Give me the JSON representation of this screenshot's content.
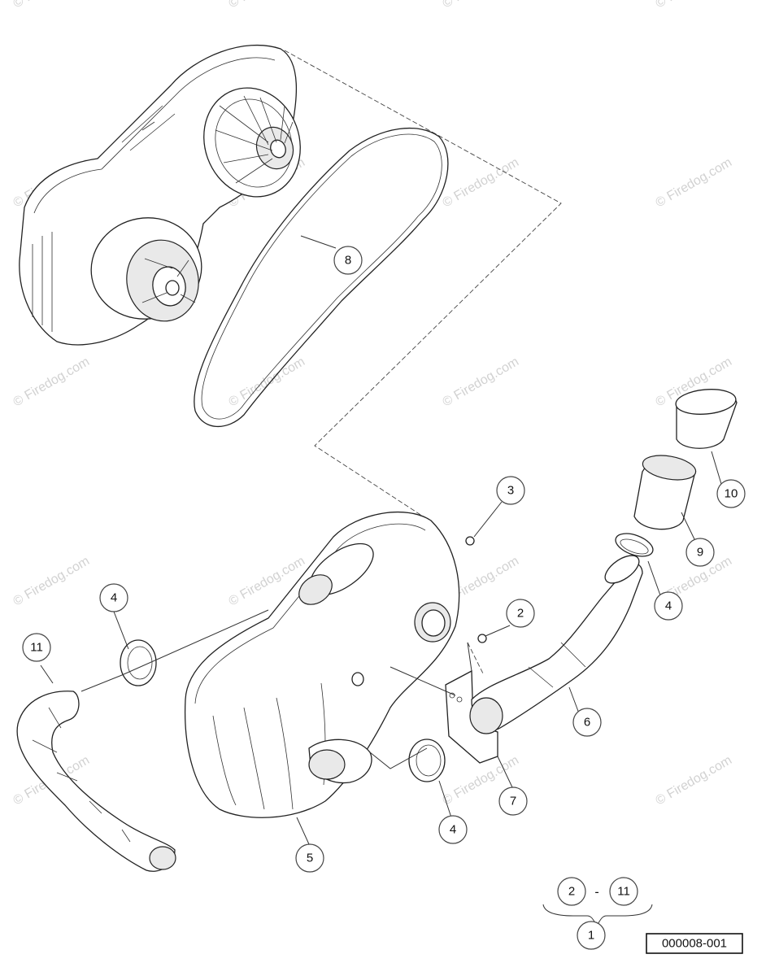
{
  "watermark": "© Firedog.com",
  "parts": [
    {
      "id": "part-1",
      "label": "1"
    },
    {
      "id": "part-2",
      "label": "2"
    },
    {
      "id": "part-3",
      "label": "3"
    },
    {
      "id": "part-4",
      "label": "4"
    },
    {
      "id": "part-5",
      "label": "5"
    },
    {
      "id": "part-6",
      "label": "6"
    },
    {
      "id": "part-7",
      "label": "7"
    },
    {
      "id": "part-8",
      "label": "8"
    },
    {
      "id": "part-9",
      "label": "9"
    },
    {
      "id": "part-10",
      "label": "10"
    },
    {
      "id": "part-11",
      "label": "11"
    }
  ],
  "group": {
    "from": "2",
    "separator": "-",
    "to": "11",
    "assembly": "1"
  },
  "reference_code": "000008-001"
}
